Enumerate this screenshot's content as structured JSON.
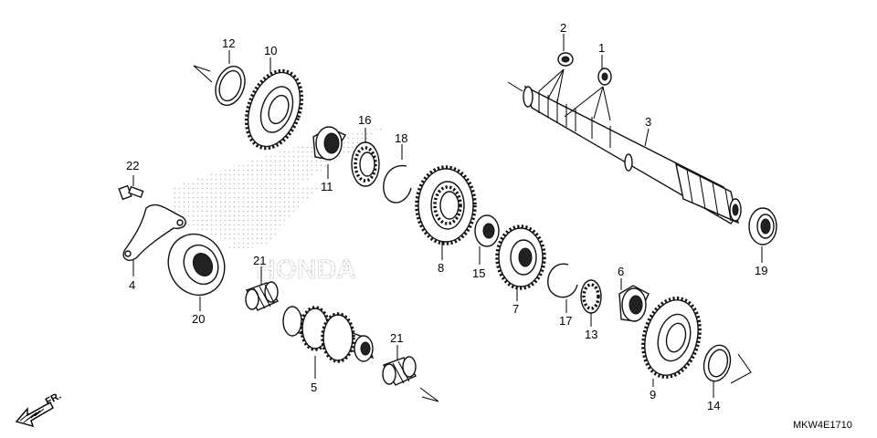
{
  "diagram": {
    "callouts": [
      "1",
      "2",
      "3",
      "4",
      "5",
      "6",
      "7",
      "8",
      "9",
      "10",
      "11",
      "12",
      "13",
      "14",
      "15",
      "16",
      "17",
      "18",
      "19",
      "20",
      "21",
      "21",
      "22"
    ],
    "drawing_code": "MKW4E1710",
    "direction_label": "FR.",
    "watermark": "HONDA",
    "colors": {
      "ink": "#111111",
      "background": "#ffffff",
      "watermark": "#bbbbbb"
    }
  }
}
